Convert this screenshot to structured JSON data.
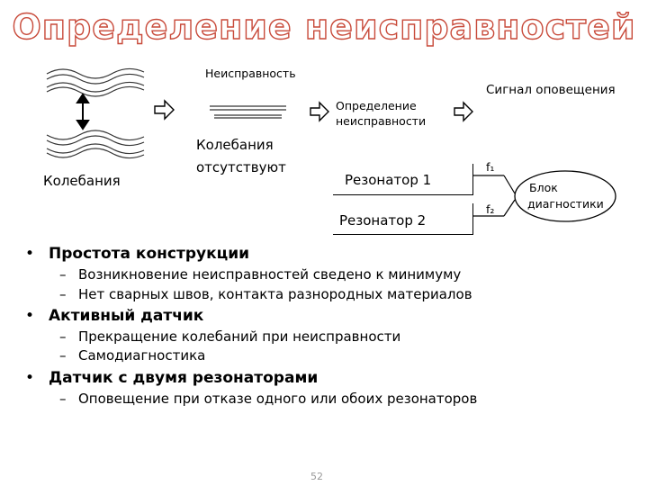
{
  "title": "Определение неисправностей",
  "diagram": {
    "label_fault": "Неисправность",
    "label_signal": "Сигнал оповещения",
    "label_detect_line1": "Определение",
    "label_detect_line2": "неисправности",
    "label_oscillation": "Колебания",
    "label_no_osc_line1": "Колебания",
    "label_no_osc_line2": "отсутствуют",
    "resonator1": "Резонатор 1",
    "resonator2": "Резонатор 2",
    "f1": "f₁",
    "f2": "f₂",
    "block_line1": "Блок",
    "block_line2": "диагностики"
  },
  "bullets": [
    {
      "text": "Простота конструкции",
      "subs": [
        "Возникновение неисправностей сведено к минимуму",
        "Нет сварных швов, контакта разнородных материалов"
      ]
    },
    {
      "text": "Активный датчик",
      "subs": [
        "Прекращение колебаний при неисправности",
        "Самодиагностика"
      ]
    },
    {
      "text": "Датчик с двумя резонаторами",
      "subs": [
        "Оповещение при отказе одного или обоих резонаторов"
      ]
    }
  ],
  "page_number": "52"
}
